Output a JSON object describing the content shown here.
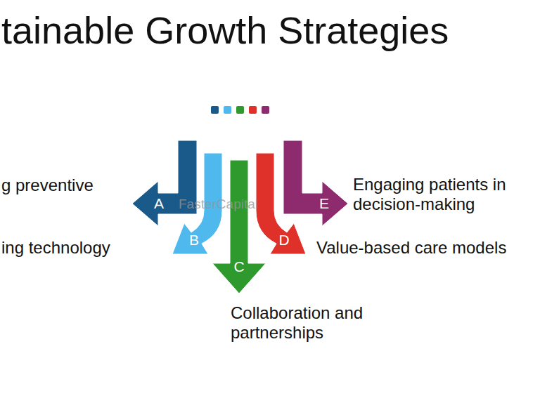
{
  "diagram": {
    "title": "tainable Growth Strategies",
    "nodes": [
      {
        "text": [
          "A"
        ]
      },
      {
        "text": [
          "B"
        ]
      },
      {
        "text": [
          "C"
        ]
      },
      {
        "text": [
          "D"
        ]
      },
      {
        "text": [
          "E"
        ]
      }
    ],
    "labels": [
      "g preventive",
      "ing technology",
      "Collaboration and partnerships",
      "Value-based care models",
      "Engaging patients in decision-making",
      "FasterCapital"
    ]
  }
}
